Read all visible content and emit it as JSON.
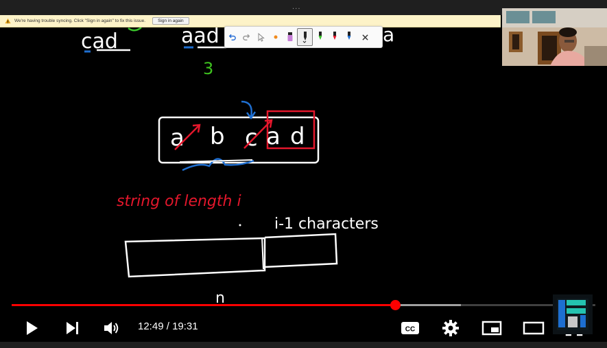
{
  "window": {
    "drag_handle": "···"
  },
  "warning_bar": {
    "message": "We're having trouble syncing. Click \"Sign in again\" to fix this issue.",
    "button": "Sign in again"
  },
  "toolbar": {
    "items": [
      "undo-icon",
      "redo-icon",
      "select-icon",
      "laser-icon",
      "highlighter-icon",
      "pen-white-icon",
      "pen-green-icon",
      "pen-red-icon",
      "pen-blue-icon",
      "close-icon"
    ]
  },
  "board": {
    "top_words": [
      "cad",
      "aad",
      "a"
    ],
    "number_mark": "3",
    "boxed_string": [
      "a",
      "b",
      "c",
      "a",
      "d"
    ],
    "red_label": "string of length i",
    "white_label": "i-1 characters",
    "bottom_mark": "n"
  },
  "player": {
    "current_time": "12:49",
    "separator": " / ",
    "duration": "19:31",
    "played_fraction": 0.657,
    "buffered_fraction": 0.77,
    "accent_color": "#ff0000"
  }
}
